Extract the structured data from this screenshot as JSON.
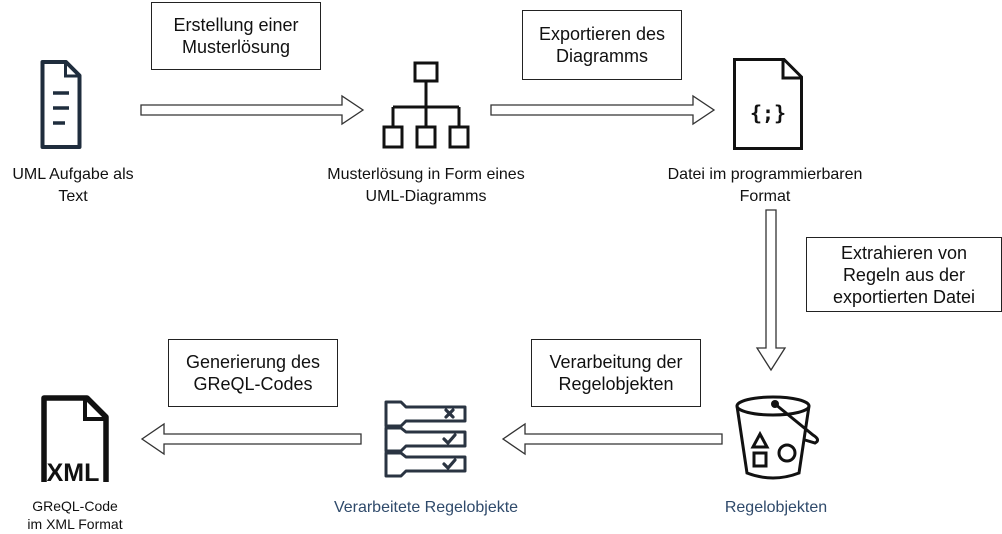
{
  "nodes": {
    "uml_task": {
      "label": "UML Aufgabe als\nText",
      "icon": "document-icon"
    },
    "sample_solution": {
      "label": "Musterlösung in Form eines\nUML-Diagramms",
      "icon": "hierarchy-diagram-icon"
    },
    "programmable_file": {
      "label": "Datei im programmierbaren\nFormat",
      "icon": "code-file-icon",
      "icon_text": "{;}"
    },
    "rule_objects": {
      "label": "Regelobjekten",
      "icon": "bucket-shapes-icon"
    },
    "processed_rule_objects": {
      "label": "Verarbeitete Regelobjekte",
      "icon": "checklist-icon"
    },
    "xml_code": {
      "label": "GReQL-Code\nim XML Format",
      "icon": "xml-file-icon",
      "icon_text": "XML"
    }
  },
  "steps": {
    "create_solution": "Erstellung einer\nMusterlösung",
    "export_diagram": "Exportieren des\nDiagramms",
    "extract_rules": "Extrahieren von\nRegeln aus der\nexportierten Datei",
    "process_rules": "Verarbeitung der\nRegelobjekten",
    "generate_code": "Generierung des\nGReQL-Codes"
  },
  "colors": {
    "icon": "#1f2d3d",
    "arrow_stroke": "#333333",
    "label_blue": "#2f4a6b"
  }
}
